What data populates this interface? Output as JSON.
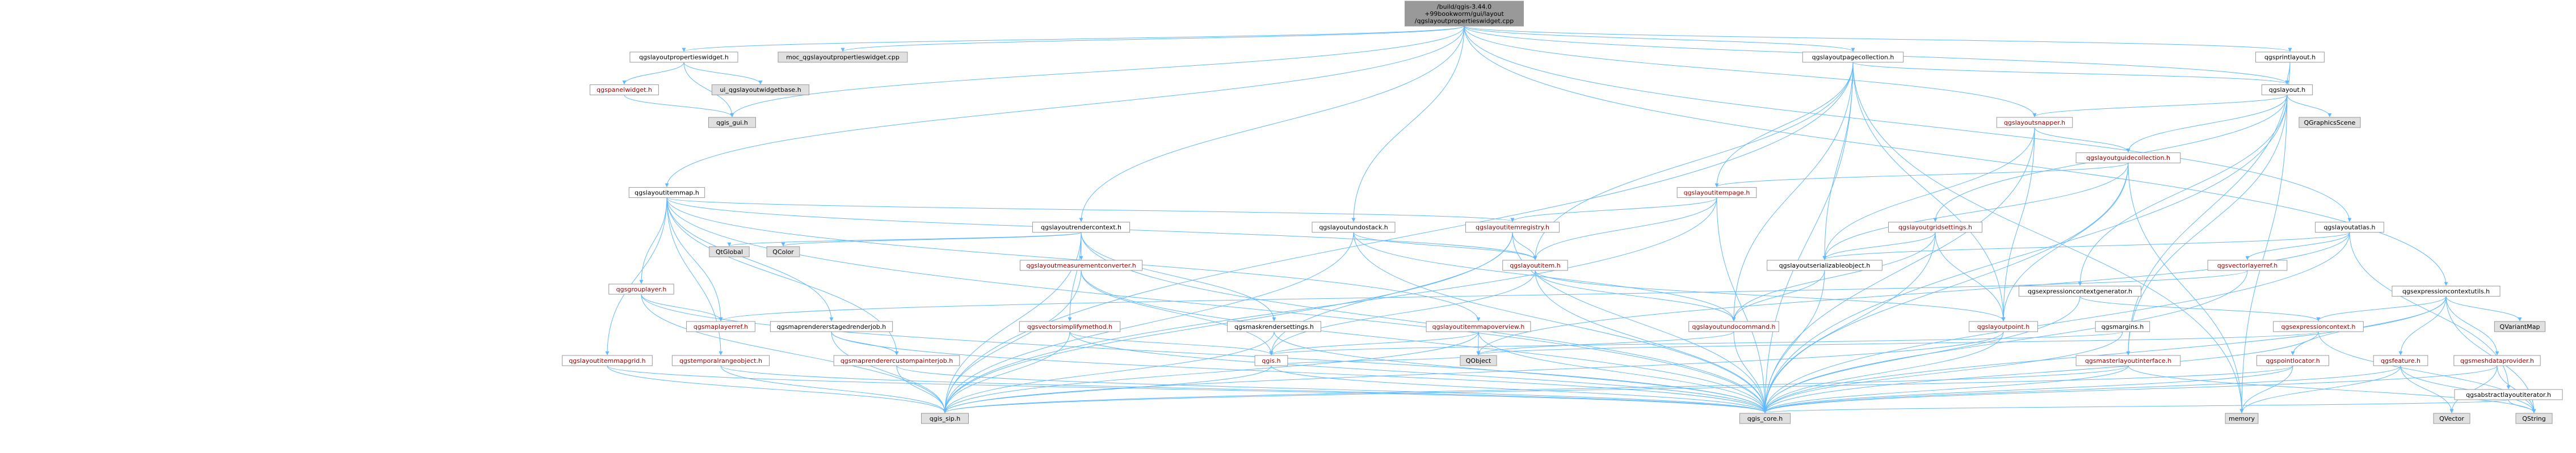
{
  "diagram": {
    "colors": {
      "edge": "#63b8ff",
      "root_fill": "#999999",
      "node_fill": "#ffffff",
      "external_fill": "#e0e0e0",
      "linked_text": "#9a0000",
      "plain_text": "#000000"
    },
    "nodes": [
      {
        "id": "root",
        "lines": [
          "/build/qgis-3.44.0",
          "+99bookworm/gui/layout",
          "/qgslayoutpropertieswidget.cpp"
        ],
        "kind": "root"
      },
      {
        "id": "lpw_h",
        "lines": [
          "qgslayoutpropertieswidget.h"
        ],
        "kind": "plain"
      },
      {
        "id": "moc",
        "lines": [
          "moc_qgslayoutpropertieswidget.cpp"
        ],
        "kind": "external"
      },
      {
        "id": "panel",
        "lines": [
          "qgspanelwidget.h"
        ],
        "kind": "linked"
      },
      {
        "id": "ui_base",
        "lines": [
          "ui_qgslayoutwidgetbase.h"
        ],
        "kind": "external"
      },
      {
        "id": "gui",
        "lines": [
          "qgis_gui.h"
        ],
        "kind": "external"
      },
      {
        "id": "pagecoll",
        "lines": [
          "qgslayoutpagecollection.h"
        ],
        "kind": "plain"
      },
      {
        "id": "printlayout",
        "lines": [
          "qgsprintlayout.h"
        ],
        "kind": "plain"
      },
      {
        "id": "layout",
        "lines": [
          "qgslayout.h"
        ],
        "kind": "plain"
      },
      {
        "id": "gscene",
        "lines": [
          "QGraphicsScene"
        ],
        "kind": "external"
      },
      {
        "id": "snapper",
        "lines": [
          "qgslayoutsnapper.h"
        ],
        "kind": "linked"
      },
      {
        "id": "guidecoll",
        "lines": [
          "qgslayoutguidecollection.h"
        ],
        "kind": "linked"
      },
      {
        "id": "itempage",
        "lines": [
          "qgslayoutitempage.h"
        ],
        "kind": "linked"
      },
      {
        "id": "itemmap",
        "lines": [
          "qgslayoutitemmap.h"
        ],
        "kind": "plain"
      },
      {
        "id": "itemregistry",
        "lines": [
          "qgslayoutitemregistry.h"
        ],
        "kind": "linked"
      },
      {
        "id": "gridsettings",
        "lines": [
          "qgslayoutgridsettings.h"
        ],
        "kind": "linked"
      },
      {
        "id": "atlas",
        "lines": [
          "qgslayoutatlas.h"
        ],
        "kind": "plain"
      },
      {
        "id": "rendercontext",
        "lines": [
          "qgslayoutrendercontext.h"
        ],
        "kind": "plain"
      },
      {
        "id": "undostack",
        "lines": [
          "qgslayoutundostack.h"
        ],
        "kind": "plain"
      },
      {
        "id": "qtglobal",
        "lines": [
          "QtGlobal"
        ],
        "kind": "external"
      },
      {
        "id": "qcolor",
        "lines": [
          "QColor"
        ],
        "kind": "external"
      },
      {
        "id": "grouplayer",
        "lines": [
          "qgsgrouplayer.h"
        ],
        "kind": "linked"
      },
      {
        "id": "measconv",
        "lines": [
          "qgslayoutmeasurementconverter.h"
        ],
        "kind": "linked"
      },
      {
        "id": "layoutitem",
        "lines": [
          "qgslayoutitem.h"
        ],
        "kind": "linked"
      },
      {
        "id": "serializable",
        "lines": [
          "qgslayoutserializableobject.h"
        ],
        "kind": "plain"
      },
      {
        "id": "vectorlayerref",
        "lines": [
          "qgsvectorlayerref.h"
        ],
        "kind": "linked"
      },
      {
        "id": "exprctxgen",
        "lines": [
          "qgsexpressioncontextgenerator.h"
        ],
        "kind": "plain"
      },
      {
        "id": "exprutils",
        "lines": [
          "qgsexpressioncontextutils.h"
        ],
        "kind": "plain"
      },
      {
        "id": "maprenderer",
        "lines": [
          "qgsmaprendererstagedrenderjob.h"
        ],
        "kind": "plain"
      },
      {
        "id": "maplayerref",
        "lines": [
          "qgsmaplayerref.h"
        ],
        "kind": "linked"
      },
      {
        "id": "vsimplify",
        "lines": [
          "qgsvectorsimplifymethod.h"
        ],
        "kind": "linked"
      },
      {
        "id": "maskrender",
        "lines": [
          "qgsmaskrendersettings.h"
        ],
        "kind": "plain"
      },
      {
        "id": "mapoverview",
        "lines": [
          "qgslayoutitemmapoverview.h"
        ],
        "kind": "linked"
      },
      {
        "id": "undocmd",
        "lines": [
          "qgslayoutundocommand.h"
        ],
        "kind": "linked"
      },
      {
        "id": "layoutpoint",
        "lines": [
          "qgslayoutpoint.h"
        ],
        "kind": "linked"
      },
      {
        "id": "qvariantmap",
        "lines": [
          "QVariantMap"
        ],
        "kind": "external"
      },
      {
        "id": "exprcontext",
        "lines": [
          "qgsexpressioncontext.h"
        ],
        "kind": "linked"
      },
      {
        "id": "margins",
        "lines": [
          "qgsmargins.h"
        ],
        "kind": "plain"
      },
      {
        "id": "mapgrid",
        "lines": [
          "qgslayoutitemmapgrid.h"
        ],
        "kind": "linked"
      },
      {
        "id": "temporal",
        "lines": [
          "qgstemporalrangeobject.h"
        ],
        "kind": "linked"
      },
      {
        "id": "custompainter",
        "lines": [
          "qgsmaprenderercustompainterjob.h"
        ],
        "kind": "linked"
      },
      {
        "id": "qgis_h",
        "lines": [
          "qgis.h"
        ],
        "kind": "linked"
      },
      {
        "id": "qobject",
        "lines": [
          "QObject"
        ],
        "kind": "external"
      },
      {
        "id": "masterlayout",
        "lines": [
          "qgsmasterlayoutinterface.h"
        ],
        "kind": "linked"
      },
      {
        "id": "pointlocator",
        "lines": [
          "qgspointlocator.h"
        ],
        "kind": "linked"
      },
      {
        "id": "feature",
        "lines": [
          "qgsfeature.h"
        ],
        "kind": "linked"
      },
      {
        "id": "meshprovider",
        "lines": [
          "qgsmeshdataprovider.h"
        ],
        "kind": "linked"
      },
      {
        "id": "absiter",
        "lines": [
          "qgsabstractlayoutiterator.h"
        ],
        "kind": "plain"
      },
      {
        "id": "sip",
        "lines": [
          "qgis_sip.h"
        ],
        "kind": "external"
      },
      {
        "id": "core",
        "lines": [
          "qgis_core.h"
        ],
        "kind": "external"
      },
      {
        "id": "memory",
        "lines": [
          "memory"
        ],
        "kind": "external"
      },
      {
        "id": "qvector",
        "lines": [
          "QVector"
        ],
        "kind": "external"
      },
      {
        "id": "qstring",
        "lines": [
          "QString"
        ],
        "kind": "external"
      }
    ],
    "edges": [
      [
        "root",
        "lpw_h"
      ],
      [
        "root",
        "moc"
      ],
      [
        "root",
        "pagecoll"
      ],
      [
        "root",
        "printlayout"
      ],
      [
        "root",
        "layout"
      ],
      [
        "root",
        "snapper"
      ],
      [
        "root",
        "itemmap"
      ],
      [
        "root",
        "atlas"
      ],
      [
        "root",
        "rendercontext"
      ],
      [
        "root",
        "undostack"
      ],
      [
        "root",
        "exprutils"
      ],
      [
        "root",
        "gui"
      ],
      [
        "lpw_h",
        "panel"
      ],
      [
        "lpw_h",
        "ui_base"
      ],
      [
        "lpw_h",
        "gui"
      ],
      [
        "panel",
        "gui"
      ],
      [
        "pagecoll",
        "layout"
      ],
      [
        "pagecoll",
        "itempage"
      ],
      [
        "pagecoll",
        "serializable"
      ],
      [
        "pagecoll",
        "layoutitem"
      ],
      [
        "pagecoll",
        "core"
      ],
      [
        "pagecoll",
        "sip"
      ],
      [
        "pagecoll",
        "layoutpoint"
      ],
      [
        "pagecoll",
        "memory"
      ],
      [
        "pagecoll",
        "undocmd"
      ],
      [
        "printlayout",
        "layout"
      ],
      [
        "printlayout",
        "masterlayout"
      ],
      [
        "layout",
        "gscene"
      ],
      [
        "layout",
        "snapper"
      ],
      [
        "layout",
        "guidecoll"
      ],
      [
        "layout",
        "exprctxgen"
      ],
      [
        "layout",
        "gridsettings"
      ],
      [
        "layout",
        "core"
      ],
      [
        "layout",
        "masterlayout"
      ],
      [
        "layout",
        "memory"
      ],
      [
        "snapper",
        "guidecoll"
      ],
      [
        "snapper",
        "serializable"
      ],
      [
        "snapper",
        "layoutpoint"
      ],
      [
        "snapper",
        "core"
      ],
      [
        "guidecoll",
        "itempage"
      ],
      [
        "guidecoll",
        "serializable"
      ],
      [
        "guidecoll",
        "layoutpoint"
      ],
      [
        "guidecoll",
        "core"
      ],
      [
        "guidecoll",
        "memory"
      ],
      [
        "itempage",
        "itemregistry"
      ],
      [
        "itempage",
        "layoutitem"
      ],
      [
        "itempage",
        "sip"
      ],
      [
        "itempage",
        "core"
      ],
      [
        "itemmap",
        "itemregistry"
      ],
      [
        "itemmap",
        "grouplayer"
      ],
      [
        "itemmap",
        "maplayerref"
      ],
      [
        "itemmap",
        "maprenderer"
      ],
      [
        "itemmap",
        "mapgrid"
      ],
      [
        "itemmap",
        "mapoverview"
      ],
      [
        "itemmap",
        "temporal"
      ],
      [
        "itemmap",
        "custompainter"
      ],
      [
        "itemmap",
        "layoutitem"
      ],
      [
        "itemmap",
        "core"
      ],
      [
        "itemregistry",
        "layoutitem"
      ],
      [
        "itemregistry",
        "sip"
      ],
      [
        "itemregistry",
        "core"
      ],
      [
        "itemregistry",
        "qgis_h"
      ],
      [
        "gridsettings",
        "serializable"
      ],
      [
        "gridsettings",
        "layoutpoint"
      ],
      [
        "gridsettings",
        "core"
      ],
      [
        "gridsettings",
        "undocmd"
      ],
      [
        "atlas",
        "serializable"
      ],
      [
        "atlas",
        "vectorlayerref"
      ],
      [
        "atlas",
        "absiter"
      ],
      [
        "atlas",
        "core"
      ],
      [
        "atlas",
        "qobject"
      ],
      [
        "rendercontext",
        "qtglobal"
      ],
      [
        "rendercontext",
        "qcolor"
      ],
      [
        "rendercontext",
        "measconv"
      ],
      [
        "rendercontext",
        "vsimplify"
      ],
      [
        "rendercontext",
        "maskrender"
      ],
      [
        "rendercontext",
        "core"
      ],
      [
        "rendercontext",
        "sip"
      ],
      [
        "undostack",
        "undocmd"
      ],
      [
        "undostack",
        "layoutitem"
      ],
      [
        "undostack",
        "core"
      ],
      [
        "undostack",
        "sip"
      ],
      [
        "grouplayer",
        "maplayerref"
      ],
      [
        "grouplayer",
        "sip"
      ],
      [
        "grouplayer",
        "core"
      ],
      [
        "measconv",
        "qgis_h"
      ],
      [
        "measconv",
        "sip"
      ],
      [
        "measconv",
        "core"
      ],
      [
        "layoutitem",
        "undocmd"
      ],
      [
        "layoutitem",
        "layoutpoint"
      ],
      [
        "layoutitem",
        "core"
      ],
      [
        "layoutitem",
        "qgis_h"
      ],
      [
        "serializable",
        "undocmd"
      ],
      [
        "serializable",
        "core"
      ],
      [
        "vectorlayerref",
        "maplayerref"
      ],
      [
        "vectorlayerref",
        "core"
      ],
      [
        "exprctxgen",
        "exprcontext"
      ],
      [
        "exprctxgen",
        "core"
      ],
      [
        "exprutils",
        "exprcontext"
      ],
      [
        "exprutils",
        "qvariantmap"
      ],
      [
        "exprutils",
        "feature"
      ],
      [
        "exprutils",
        "pointlocator"
      ],
      [
        "exprutils",
        "meshprovider"
      ],
      [
        "exprutils",
        "core"
      ],
      [
        "exprutils",
        "qstring"
      ],
      [
        "maprenderer",
        "custompainter"
      ],
      [
        "maprenderer",
        "sip"
      ],
      [
        "maprenderer",
        "core"
      ],
      [
        "vsimplify",
        "qgis_h"
      ],
      [
        "vsimplify",
        "sip"
      ],
      [
        "vsimplify",
        "core"
      ],
      [
        "maskrender",
        "core"
      ],
      [
        "maskrender",
        "sip"
      ],
      [
        "mapoverview",
        "qgis_h"
      ],
      [
        "mapoverview",
        "qobject"
      ],
      [
        "mapoverview",
        "core"
      ],
      [
        "mapoverview",
        "sip"
      ],
      [
        "undocmd",
        "core"
      ],
      [
        "undocmd",
        "qobject"
      ],
      [
        "layoutpoint",
        "core"
      ],
      [
        "layoutpoint",
        "sip"
      ],
      [
        "exprcontext",
        "core"
      ],
      [
        "exprcontext",
        "qstring"
      ],
      [
        "exprcontext",
        "qobject"
      ],
      [
        "margins",
        "core"
      ],
      [
        "margins",
        "qgis_h"
      ],
      [
        "mapgrid",
        "sip"
      ],
      [
        "mapgrid",
        "core"
      ],
      [
        "temporal",
        "sip"
      ],
      [
        "temporal",
        "core"
      ],
      [
        "custompainter",
        "sip"
      ],
      [
        "custompainter",
        "core"
      ],
      [
        "qgis_h",
        "sip"
      ],
      [
        "qgis_h",
        "core"
      ],
      [
        "qgis_h",
        "qobject"
      ],
      [
        "masterlayout",
        "core"
      ],
      [
        "masterlayout",
        "sip"
      ],
      [
        "masterlayout",
        "qstring"
      ],
      [
        "pointlocator",
        "core"
      ],
      [
        "pointlocator",
        "memory"
      ],
      [
        "pointlocator",
        "sip"
      ],
      [
        "feature",
        "core"
      ],
      [
        "feature",
        "qvector"
      ],
      [
        "feature",
        "qstring"
      ],
      [
        "feature",
        "memory"
      ],
      [
        "meshprovider",
        "core"
      ],
      [
        "meshprovider",
        "qvector"
      ],
      [
        "meshprovider",
        "qstring"
      ],
      [
        "absiter",
        "core"
      ],
      [
        "absiter",
        "qstring"
      ]
    ]
  }
}
